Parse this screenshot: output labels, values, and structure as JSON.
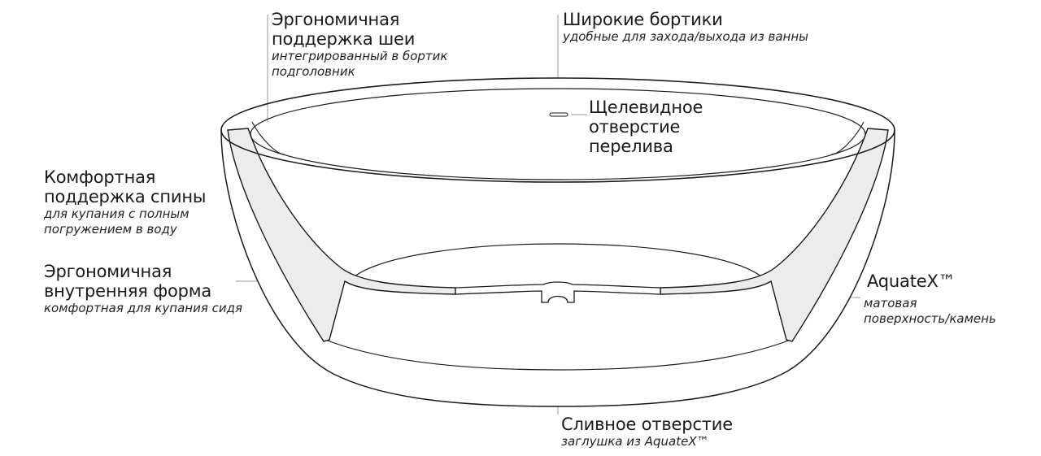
{
  "colors": {
    "outline": "#1a1a1a",
    "leader": "#9a9a9a",
    "section_fill": "#ececec"
  },
  "callouts": {
    "neck": {
      "title_l1": "Эргономичная",
      "title_l2": "поддержка шеи",
      "sub_l1": "интегрированный в бортик",
      "sub_l2": "подголовник"
    },
    "rims": {
      "title": "Широкие бортики",
      "sub": "удобные для захода/выхода из ванны"
    },
    "overflow": {
      "l1": "Щелевидное",
      "l2": "отверстие",
      "l3": "перелива"
    },
    "back": {
      "title_l1": "Комфортная",
      "title_l2": "поддержка спины",
      "sub_l1": "для купания с полным",
      "sub_l2": "погружением в воду"
    },
    "inner": {
      "title_l1": "Эргономичная",
      "title_l2": "внутренняя форма",
      "sub": "комфортная для купания сидя"
    },
    "material": {
      "title": "AquateX™",
      "sub_l1": "матовая",
      "sub_l2": "поверхность/камень"
    },
    "drain": {
      "title": "Сливное отверстие",
      "sub": "заглушка из AquateX™"
    }
  }
}
